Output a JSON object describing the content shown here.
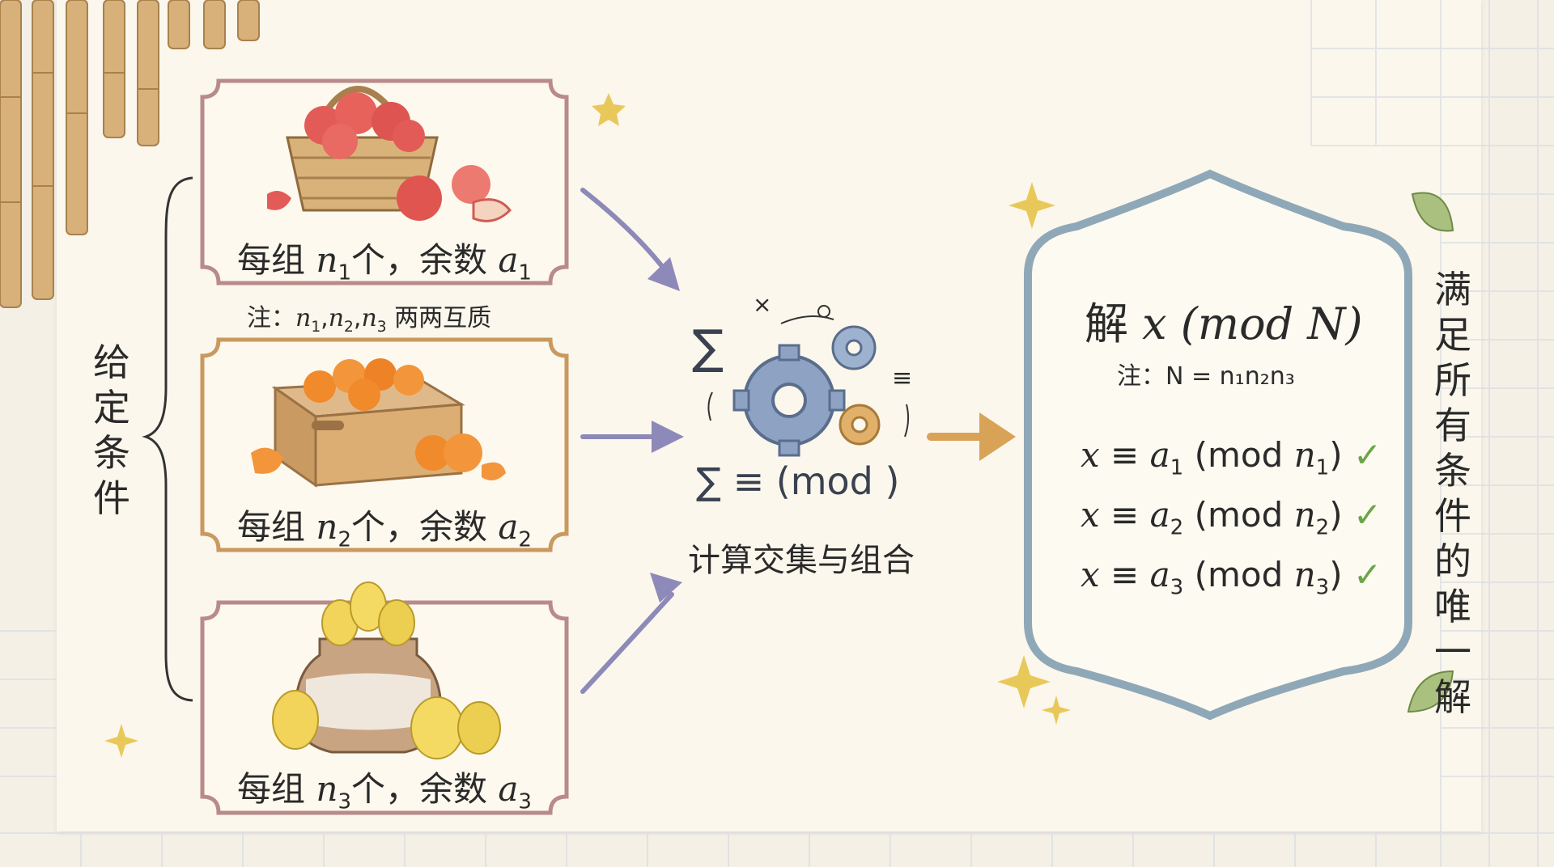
{
  "given_label": "给定条件",
  "panels": [
    {
      "caption_prefix": "每组",
      "n_var": "n",
      "n_sub": "1",
      "mid": "个，余数",
      "a_var": "a",
      "a_sub": "1",
      "fruit": "apple-basket"
    },
    {
      "caption_prefix": "每组",
      "n_var": "n",
      "n_sub": "2",
      "mid": "个，余数",
      "a_var": "a",
      "a_sub": "2",
      "fruit": "orange-crate"
    },
    {
      "caption_prefix": "每组",
      "n_var": "n",
      "n_sub": "3",
      "mid": "个，余数",
      "a_var": "a",
      "a_sub": "3",
      "fruit": "pear-jar"
    }
  ],
  "coprime_note": {
    "prefix": "注：",
    "vars": [
      "n",
      "n",
      "n"
    ],
    "subs": [
      "1",
      "2",
      "3"
    ],
    "suffix": "两两互质"
  },
  "center": {
    "sigma_top": "∑",
    "sigma_row": "∑ ≡ (mod )",
    "equiv": "≡",
    "cross": "×",
    "label": "计算交集与组合"
  },
  "solution": {
    "title_prefix": "解",
    "title_math": "x (mod N)",
    "note": "注：N = n₁n₂n₃",
    "equations": [
      {
        "x": "x",
        "equiv": "≡",
        "a": "a",
        "sub": "1",
        "mod": "(mod",
        "n": "n",
        "close": ")"
      },
      {
        "x": "x",
        "equiv": "≡",
        "a": "a",
        "sub": "2",
        "mod": "(mod",
        "n": "n",
        "close": ")"
      },
      {
        "x": "x",
        "equiv": "≡",
        "a": "a",
        "sub": "3",
        "mod": "(mod",
        "n": "n",
        "close": ")"
      }
    ],
    "check": "✓"
  },
  "result_label": "满足所有条件的唯一解",
  "colors": {
    "panel1_frame": "#b98a8a",
    "panel2_frame": "#c9995f",
    "panel3_frame": "#b98a8a",
    "solution_frame": "#8fa8b8",
    "arrow_purple": "#8d89b8",
    "arrow_gold": "#d9a357",
    "gear_blue": "#8ea3c4",
    "gear_orange": "#d9a45a",
    "check_green": "#6aa648",
    "bamboo": "#d8b07a"
  }
}
